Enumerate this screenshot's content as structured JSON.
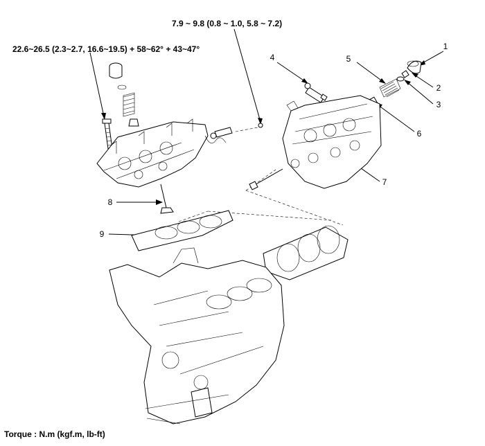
{
  "torque_labels": {
    "top": "7.9 ~ 9.8 (0.8 ~ 1.0, 5.8 ~ 7.2)",
    "left": "22.6~26.5 (2.3~2.7, 16.6~19.5) + 58~62° + 43~47°"
  },
  "callouts": [
    "1",
    "2",
    "3",
    "4",
    "5",
    "6",
    "7",
    "8",
    "9"
  ],
  "legend": "Torque : N.m (kgf.m, lb-ft)"
}
